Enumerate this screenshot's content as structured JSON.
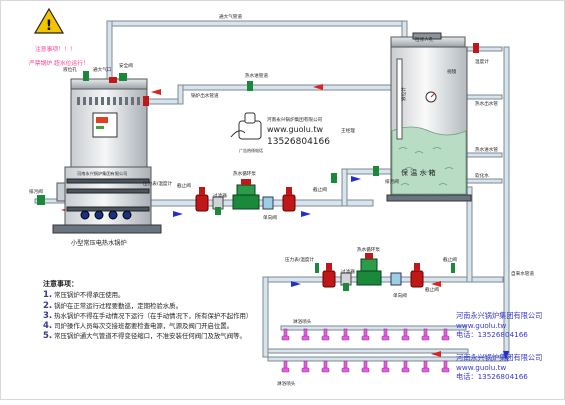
{
  "warning": {
    "line1": "注意事项！！！",
    "line2": "严禁锅炉 超水位运行！"
  },
  "labels": {
    "vent_pipe": "通大气管道",
    "vent_small": "通大气口",
    "level_port": "液位孔",
    "hot_out_mid": "锅炉出水管道",
    "safety_valve": "安全阀",
    "hot_in_pipe": "热水进管道",
    "inspection": "检修人孔",
    "level_gauge": "液位计",
    "sight": "视镜",
    "thermo": "温度计",
    "hot_out_tank": "热水出水管",
    "hot_in_tank": "热水进水管",
    "softened": "软化水",
    "tank_main": "保 温 水 箱",
    "boiler_name": "小型常压电热水锅炉",
    "drain_left": "排污阀",
    "drain_tank": "排污阀",
    "pressure1": "压力表/温度计",
    "stop1": "截止阀",
    "stop2": "截止阀",
    "pump1": "热水循环泵",
    "filter1": "过滤器",
    "check1": "单向阀",
    "pressure2": "压力表/温度计",
    "pump2": "热水循环泵",
    "filter2": "过滤器",
    "check2": "单向阀",
    "stop3": "截止阀",
    "stop4": "截止阀",
    "tap_water": "自来水管道",
    "shower_top": "淋浴喷头",
    "shower_bottom": "淋浴喷头"
  },
  "brand": {
    "company": "河南永兴锅炉集团有限公司",
    "website": "www.guolu.tw",
    "phone": "13526804166",
    "contact": "王经理",
    "call_label": "广告热线电话"
  },
  "notes": {
    "title": "注意事项：",
    "items": [
      {
        "num": "1.",
        "text": "常压锅炉不得承压使用。"
      },
      {
        "num": "2.",
        "text": "锅炉在正常运行过程要勤巡，定期检验水质。"
      },
      {
        "num": "3.",
        "text": "热水锅炉不得在手动情况下运行（在手动情况下，所有保护不起作用）"
      },
      {
        "num": "4.",
        "text": "司炉操作人员每次交接班都要检查电源，气源及阀门开启位置。"
      },
      {
        "num": "5.",
        "text": "常压锅炉通大气管道不得变径缩口，不准安装任何阀门及放气阀等。"
      }
    ]
  },
  "watermark": {
    "company": "河南永兴锅炉集团有限公司",
    "website": "www.guolu.tw",
    "phone": "电话：13526804166"
  },
  "colors": {
    "pipe": "#d8e4ec",
    "pipe_edge": "#7c8a96",
    "arrow_red": "#e02020",
    "arrow_blue": "#2030d0",
    "water": "#b8dcc4",
    "valve": "#c01818",
    "pump": "#1a8a3a",
    "shower": "#e060e0"
  }
}
